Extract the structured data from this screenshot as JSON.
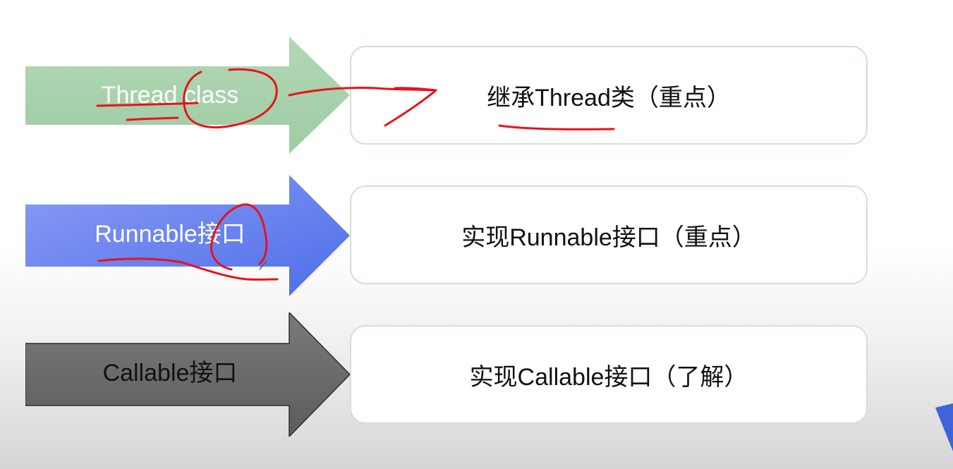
{
  "rows": [
    {
      "arrow_label": "Thread class",
      "arrow_color": "#a9d2ad",
      "box_text": "继承Thread类（重点）"
    },
    {
      "arrow_label": "Runnable接口",
      "arrow_color": "#6f86f0",
      "box_text": "实现Runnable接口（重点）"
    },
    {
      "arrow_label": "Callable接口",
      "arrow_color": "#6e6e6e",
      "box_text": "实现Callable接口（了解）"
    }
  ],
  "colors": {
    "box_border": "#cfe3cc",
    "annotation_ink": "#e8131b",
    "corner_accent": "#3f63d8"
  }
}
